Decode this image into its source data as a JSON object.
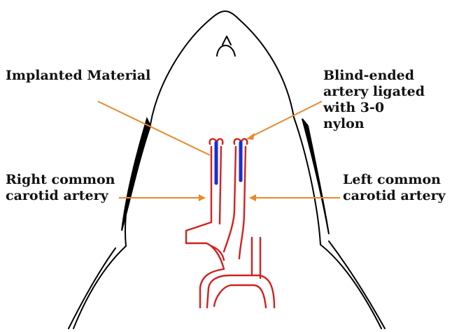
{
  "labels": {
    "implanted_material": "Implanted Material",
    "blind_ended": [
      "Blind-ended",
      "artery ligated",
      "with 3-0",
      "nylon"
    ],
    "right_carotid": [
      "Right common",
      "carotid artery"
    ],
    "left_carotid": [
      "Left common",
      "carotid artery"
    ]
  },
  "colors": {
    "outline": "#000000",
    "artery": "#d42020",
    "implant": "#1a2fd0",
    "pointer": "#e8892a"
  }
}
